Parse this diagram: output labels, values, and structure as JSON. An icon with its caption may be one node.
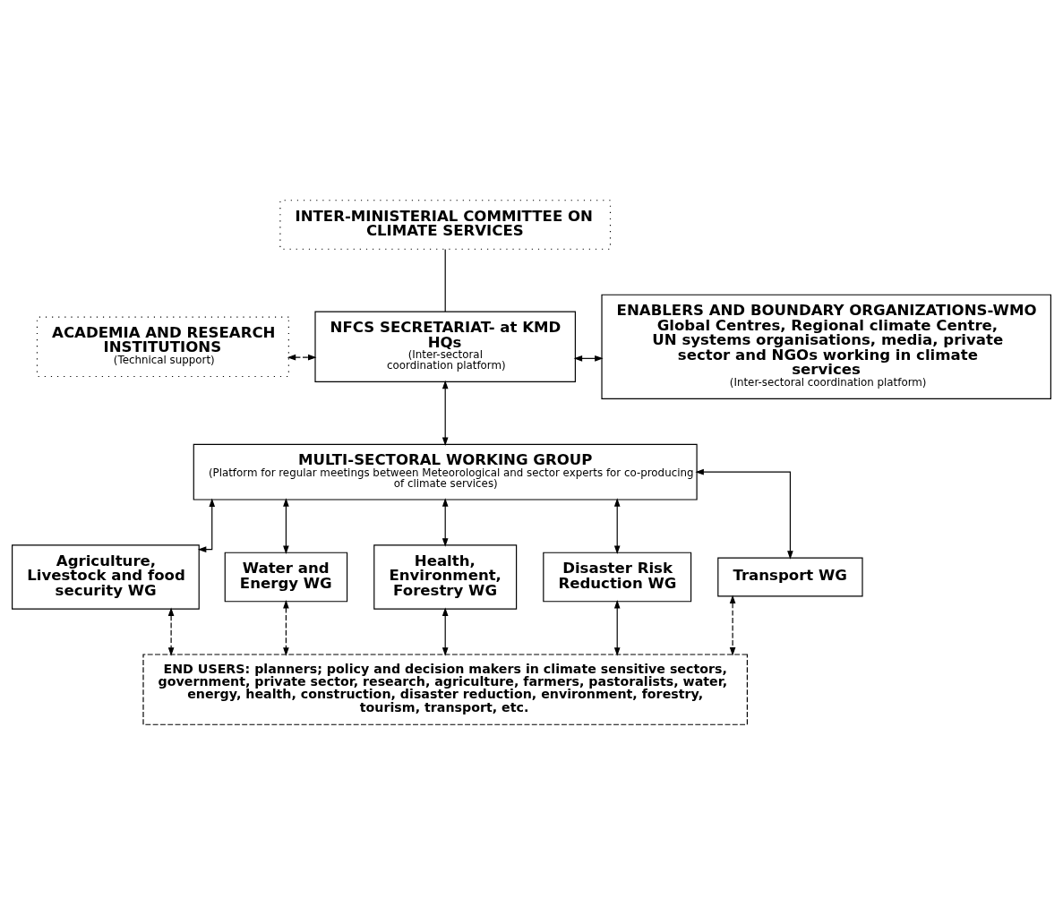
{
  "diagram": {
    "nodes": [
      {
        "text": [
          "INTER-MINISTERIAL COMMITTEE ON CLIMATE SERVICES"
        ]
      },
      {
        "text": [
          "ACADEMIA AND RESEARCH INSTITUTIONS",
          "(Technical support)"
        ]
      },
      {
        "text": [
          "NFCS SECRETARIAT- at KMD HQs",
          "(Inter-sectoral coordination platform)"
        ]
      },
      {
        "text": [
          "ENABLERS AND BOUNDARY ORGANIZATIONS-WMO Global Centres, Regional climate Centre, UN systems organisations, media, private sector and NGOs working in climate services",
          "(Inter-sectoral coordination platform)"
        ]
      },
      {
        "text": [
          "MULTI-SECTORAL WORKING GROUP",
          "(Platform for regular meetings between Meteorological and sector experts for co-producing of climate services)"
        ]
      },
      {
        "text": [
          "Agriculture, Livestock and food security WG"
        ]
      },
      {
        "text": [
          "Water and Energy WG"
        ]
      },
      {
        "text": [
          "Health, Environment, Forestry WG"
        ]
      },
      {
        "text": [
          "Disaster Risk Reduction WG"
        ]
      },
      {
        "text": [
          "Transport WG"
        ]
      },
      {
        "text": [
          "END USERS: planners; policy and decision makers in climate sensitive sectors, government, private sector, research, agriculture, farmers, pastoralists, water, energy, health, construction, disaster reduction, environment, forestry, tourism, transport, etc."
        ]
      }
    ],
    "edges": [
      {
        "from": 0,
        "to": 2,
        "arrow": "none"
      },
      {
        "from": 1,
        "to": 2,
        "arrow": "both",
        "style": "dashed"
      },
      {
        "from": 2,
        "to": 3,
        "arrow": "both"
      },
      {
        "from": 2,
        "to": 4,
        "arrow": "both"
      },
      {
        "from": 4,
        "to": 5,
        "arrow": "both"
      },
      {
        "from": 4,
        "to": 6,
        "arrow": "both"
      },
      {
        "from": 4,
        "to": 7,
        "arrow": "both"
      },
      {
        "from": 4,
        "to": 8,
        "arrow": "both"
      },
      {
        "from": 4,
        "to": 9,
        "arrow": "both"
      },
      {
        "from": 5,
        "to": 10,
        "arrow": "both",
        "style": "dashed"
      },
      {
        "from": 6,
        "to": 10,
        "arrow": "both",
        "style": "dashed"
      },
      {
        "from": 7,
        "to": 10,
        "arrow": "both"
      },
      {
        "from": 8,
        "to": 10,
        "arrow": "both"
      },
      {
        "from": 9,
        "to": 10,
        "arrow": "both",
        "style": "dashed"
      }
    ]
  }
}
